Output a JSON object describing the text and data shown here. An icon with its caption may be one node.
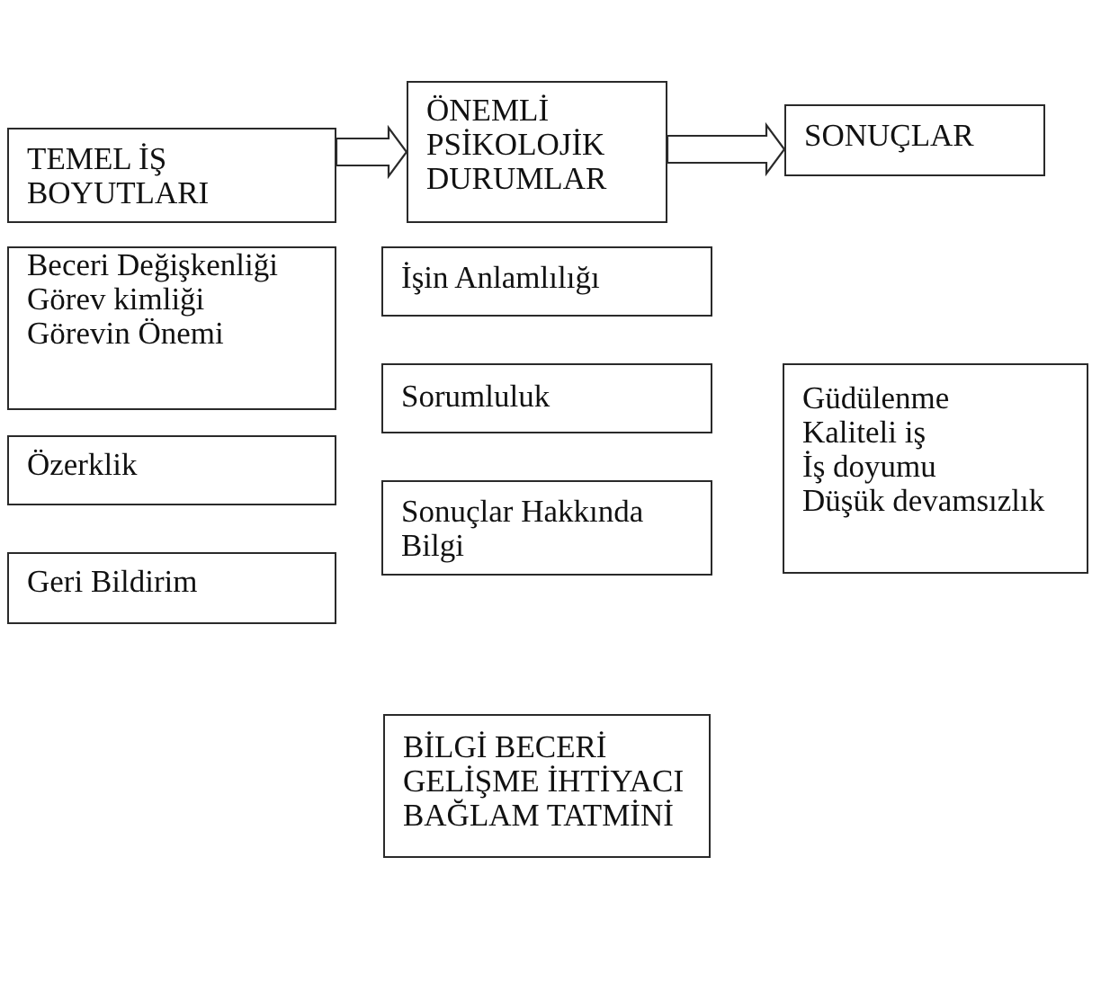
{
  "diagram": {
    "nodes": [
      {
        "text": [
          "TEMEL İŞ BOYUTLARI"
        ]
      },
      {
        "text": [
          "ÖNEMLİ PSİKOLOJİK DURUMLAR"
        ]
      },
      {
        "text": [
          "SONUÇLAR"
        ]
      },
      {
        "text": [
          "Beceri Değişkenliği",
          "Görev kimliği",
          "Görevin Önemi"
        ]
      },
      {
        "text": [
          "Özerklik"
        ]
      },
      {
        "text": [
          "Geri Bildirim"
        ]
      },
      {
        "text": [
          "İşin Anlamlılığı"
        ]
      },
      {
        "text": [
          "Sorumluluk"
        ]
      },
      {
        "text": [
          "Sonuçlar Hakkında Bilgi"
        ]
      },
      {
        "text": [
          "Güdülenme",
          "Kaliteli iş",
          "İş doyumu",
          "Düşük devamsızlık"
        ]
      },
      {
        "text": [
          "BİLGİ BECERİ",
          "GELİŞME İHTİYACI",
          "BAĞLAM TATMİNİ"
        ]
      }
    ],
    "edges": [
      {
        "from": 0,
        "to": 1,
        "arrow": "to"
      },
      {
        "from": 1,
        "to": 2,
        "arrow": "to"
      }
    ]
  }
}
